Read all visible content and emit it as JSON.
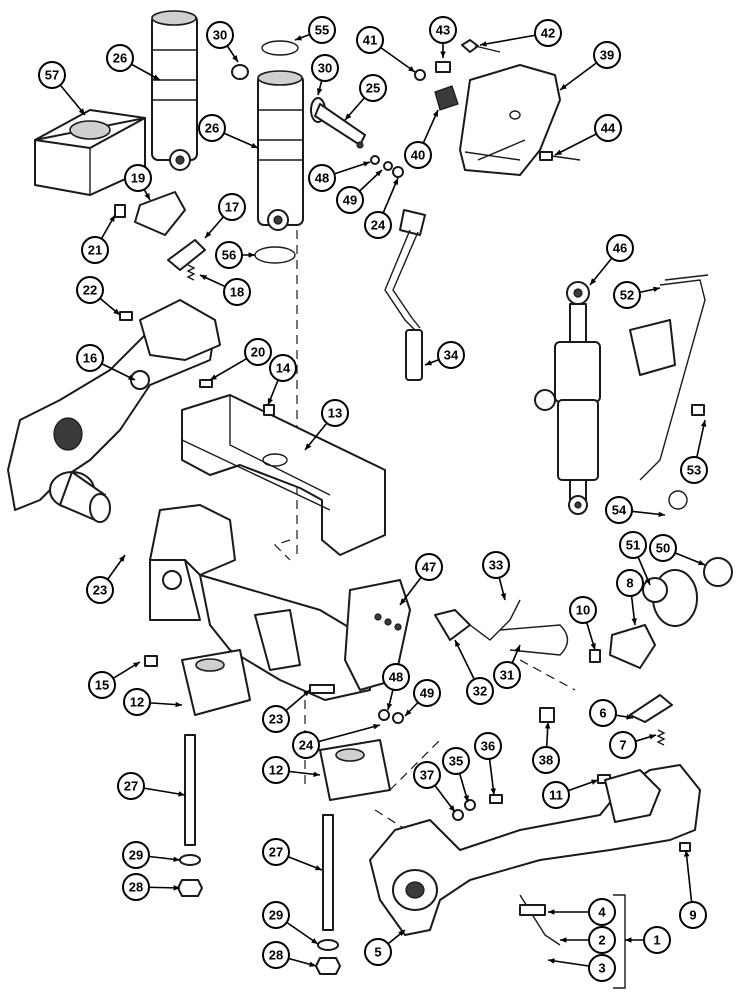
{
  "figure": {
    "type": "exploded parts diagram",
    "callouts": [
      {
        "id": "c57",
        "label": "57"
      },
      {
        "id": "c26a",
        "label": "26"
      },
      {
        "id": "c30a",
        "label": "30"
      },
      {
        "id": "c55",
        "label": "55"
      },
      {
        "id": "c41",
        "label": "41"
      },
      {
        "id": "c43",
        "label": "43"
      },
      {
        "id": "c42",
        "label": "42"
      },
      {
        "id": "c39",
        "label": "39"
      },
      {
        "id": "c26b",
        "label": "26"
      },
      {
        "id": "c30b",
        "label": "30"
      },
      {
        "id": "c25",
        "label": "25"
      },
      {
        "id": "c48a",
        "label": "48"
      },
      {
        "id": "c49a",
        "label": "49"
      },
      {
        "id": "c24a",
        "label": "24"
      },
      {
        "id": "c40",
        "label": "40"
      },
      {
        "id": "c44",
        "label": "44"
      },
      {
        "id": "c19",
        "label": "19"
      },
      {
        "id": "c17",
        "label": "17"
      },
      {
        "id": "c21",
        "label": "21"
      },
      {
        "id": "c56",
        "label": "56"
      },
      {
        "id": "c18",
        "label": "18"
      },
      {
        "id": "c46",
        "label": "46"
      },
      {
        "id": "c52",
        "label": "52"
      },
      {
        "id": "c22",
        "label": "22"
      },
      {
        "id": "c20",
        "label": "20"
      },
      {
        "id": "c16",
        "label": "16"
      },
      {
        "id": "c14",
        "label": "14"
      },
      {
        "id": "c34",
        "label": "34"
      },
      {
        "id": "c13",
        "label": "13"
      },
      {
        "id": "c53",
        "label": "53"
      },
      {
        "id": "c54",
        "label": "54"
      },
      {
        "id": "c23a",
        "label": "23"
      },
      {
        "id": "c51",
        "label": "51"
      },
      {
        "id": "c50",
        "label": "50"
      },
      {
        "id": "c47",
        "label": "47"
      },
      {
        "id": "c33",
        "label": "33"
      },
      {
        "id": "c8",
        "label": "8"
      },
      {
        "id": "c10",
        "label": "10"
      },
      {
        "id": "c15",
        "label": "15"
      },
      {
        "id": "c12a",
        "label": "12"
      },
      {
        "id": "c31",
        "label": "31"
      },
      {
        "id": "c32",
        "label": "32"
      },
      {
        "id": "c48b",
        "label": "48"
      },
      {
        "id": "c49b",
        "label": "49"
      },
      {
        "id": "c23b",
        "label": "23"
      },
      {
        "id": "c24b",
        "label": "24"
      },
      {
        "id": "c6",
        "label": "6"
      },
      {
        "id": "c38",
        "label": "38"
      },
      {
        "id": "c7",
        "label": "7"
      },
      {
        "id": "c27a",
        "label": "27"
      },
      {
        "id": "c12b",
        "label": "12"
      },
      {
        "id": "c35",
        "label": "35"
      },
      {
        "id": "c36",
        "label": "36"
      },
      {
        "id": "c37",
        "label": "37"
      },
      {
        "id": "c11",
        "label": "11"
      },
      {
        "id": "c29a",
        "label": "29"
      },
      {
        "id": "c28a",
        "label": "28"
      },
      {
        "id": "c27b",
        "label": "27"
      },
      {
        "id": "c9",
        "label": "9"
      },
      {
        "id": "c29b",
        "label": "29"
      },
      {
        "id": "c4",
        "label": "4"
      },
      {
        "id": "c2",
        "label": "2"
      },
      {
        "id": "c1",
        "label": "1"
      },
      {
        "id": "c5",
        "label": "5"
      },
      {
        "id": "c3",
        "label": "3"
      },
      {
        "id": "c28b",
        "label": "28"
      }
    ]
  }
}
